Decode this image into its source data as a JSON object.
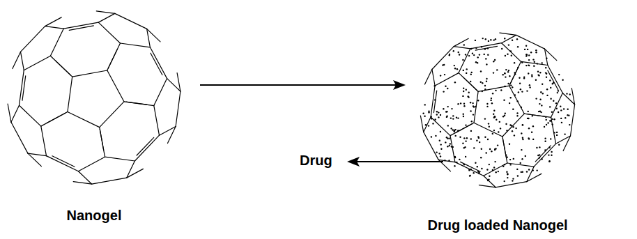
{
  "diagram": {
    "nodes": [
      {
        "text": [
          "Nanogel"
        ]
      },
      {
        "text": [
          "Drug loaded Nanogel"
        ]
      }
    ],
    "edges": [
      {
        "from": 0,
        "to": 1,
        "arrow": "to"
      }
    ],
    "labels": [
      "Drug"
    ]
  }
}
